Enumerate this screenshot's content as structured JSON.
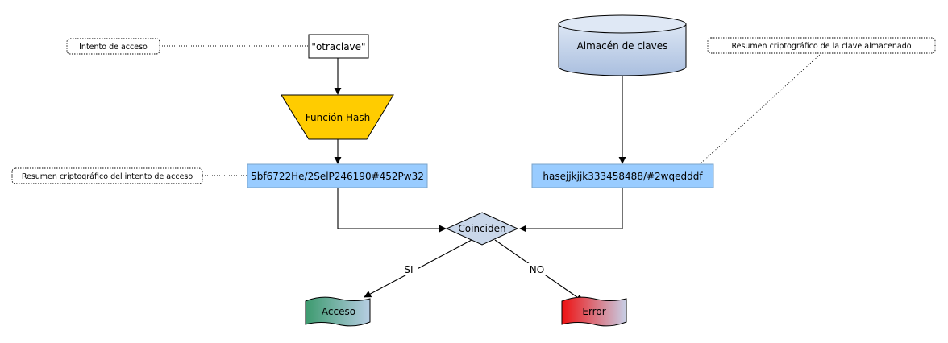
{
  "notes": {
    "attempt": "Intento de acceso",
    "attempt_hash": "Resumen criptográfico del intento de acceso",
    "stored_hash": "Resumen criptográfico de la clave almacenado"
  },
  "nodes": {
    "input_password": "\"otraclave\"",
    "hash_function": "Función Hash",
    "key_store": "Almacén de claves",
    "attempt_digest": "5bf6722He/2SelP246190#452Pw32",
    "stored_digest": "hasejjkjjk333458488/#2wqedddf",
    "decision": "Coinciden",
    "access": "Acceso",
    "error": "Error"
  },
  "edges": {
    "yes": "SI",
    "no": "NO"
  },
  "colors": {
    "hash_fill": "#ffcc00",
    "digest_fill": "#99ccff",
    "decision_fill": "#c9d7ea",
    "store_fill_top": "#dce6f4",
    "store_fill_bottom": "#aabfdf",
    "access_from": "#3c9a6e",
    "access_to": "#b7cde3",
    "error_from": "#ee1111",
    "error_to": "#c7cfe6"
  }
}
